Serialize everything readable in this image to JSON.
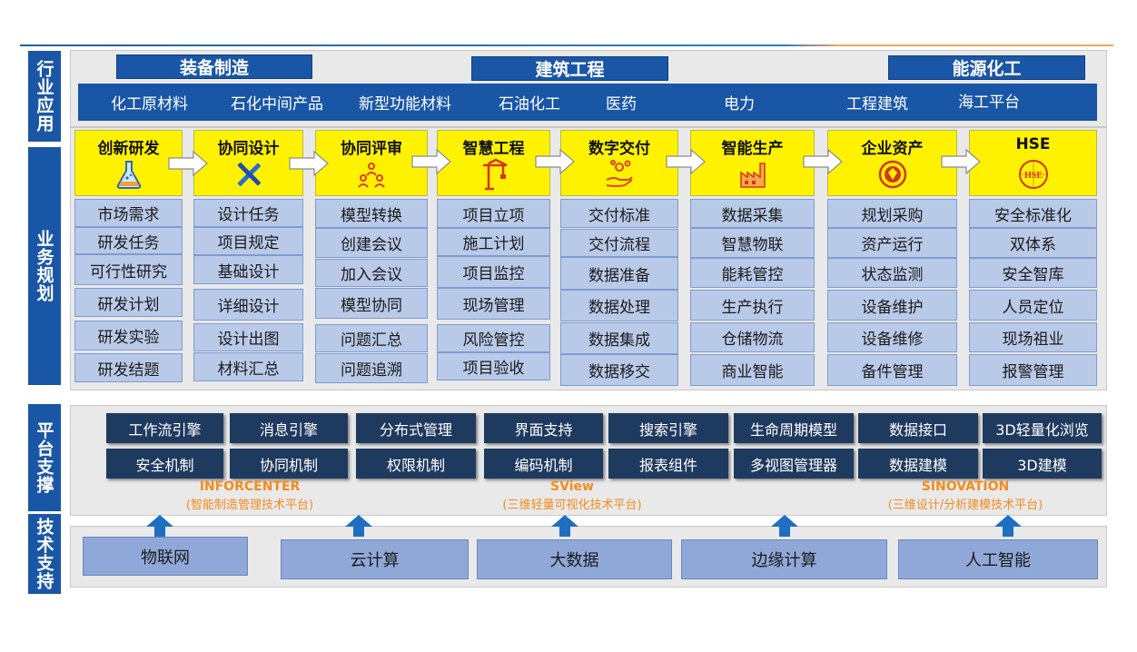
{
  "sections": {
    "industry": "行业应用",
    "business": "业务规划",
    "platform": "平台支撑",
    "technology": "技术支持"
  },
  "industry": {
    "headers": [
      "装备制造",
      "建筑工程",
      "能源化工"
    ],
    "items": [
      "化工原材料",
      "石化中间产品",
      "新型功能材料",
      "石油化工",
      "医药",
      "电力",
      "工程建筑",
      "海工平台"
    ]
  },
  "business": {
    "columns": [
      {
        "title": "创新研发",
        "icon": "flask-icon",
        "items": [
          "市场需求",
          "研发任务",
          "可行性研究",
          "研发计划",
          "研发实验",
          "研发结题"
        ]
      },
      {
        "title": "协同设计",
        "icon": "tools-icon",
        "items": [
          "设计任务",
          "项目规定",
          "基础设计",
          "详细设计",
          "设计出图",
          "材料汇总"
        ]
      },
      {
        "title": "协同评审",
        "icon": "people-icon",
        "items": [
          "模型转换",
          "创建会议",
          "加入会议",
          "模型协同",
          "问题汇总",
          "问题追溯"
        ]
      },
      {
        "title": "智慧工程",
        "icon": "crane-icon",
        "items": [
          "项目立项",
          "施工计划",
          "项目监控",
          "现场管理",
          "风险管控",
          "项目验收"
        ]
      },
      {
        "title": "数字交付",
        "icon": "hand-icon",
        "items": [
          "交付标准",
          "交付流程",
          "数据准备",
          "数据处理",
          "数据集成",
          "数据移交"
        ]
      },
      {
        "title": "智能生产",
        "icon": "factory-icon",
        "items": [
          "数据采集",
          "智慧物联",
          "能耗管控",
          "生产执行",
          "仓储物流",
          "商业智能"
        ]
      },
      {
        "title": "企业资产",
        "icon": "asset-icon",
        "items": [
          "规划采购",
          "资产运行",
          "状态监测",
          "设备维护",
          "设备维修",
          "备件管理"
        ]
      },
      {
        "title": "HSE",
        "icon": "hse-badge-icon",
        "badge": "HSE",
        "items": [
          "安全标准化",
          "双体系",
          "安全智库",
          "人员定位",
          "现场祖业",
          "报警管理"
        ]
      }
    ]
  },
  "platform": {
    "row1": [
      "工作流引擎",
      "消息引擎",
      "分布式管理",
      "界面支持",
      "搜索引擎",
      "生命周期模型",
      "数据接口",
      "3D轻量化浏览"
    ],
    "row2": [
      "安全机制",
      "协同机制",
      "权限机制",
      "编码机制",
      "报表组件",
      "多视图管理器",
      "数据建模",
      "3D建模"
    ],
    "products": [
      {
        "name": "INFORCENTER",
        "desc": "(智能制造管理技术平台)"
      },
      {
        "name": "SView",
        "desc": "(三维轻量可视化技术平台)"
      },
      {
        "name": "SINOVATION",
        "desc": "(三维设计/分析建模技术平台)"
      }
    ]
  },
  "technology": {
    "items": [
      "物联网",
      "云计算",
      "大数据",
      "边缘计算",
      "人工智能"
    ]
  },
  "colors": {
    "primary_blue": "#1a56a6",
    "header_yellow": "#fff200",
    "cell_blue": "#b9c9e8",
    "platform_navy": "#1f3a5f",
    "product_orange": "#f28c1e",
    "tech_blue": "#8fa8d8"
  }
}
